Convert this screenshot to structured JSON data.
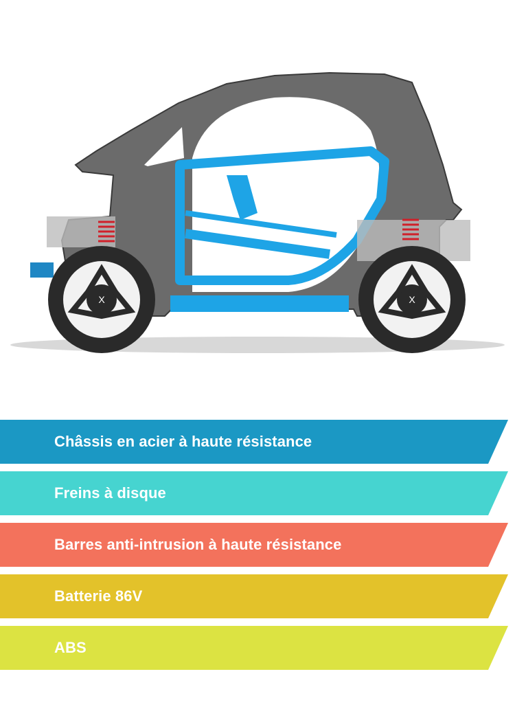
{
  "figure": {
    "subject": "electric-microcar-chassis-side-view",
    "highlight_color": "#1ea4e6",
    "body_color": "#6b6b6b",
    "spring_color": "#d0202a"
  },
  "features": [
    {
      "label": "Châssis en acier à haute résistance",
      "color": "#1b98c4"
    },
    {
      "label": "Freins à disque",
      "color": "#46d4d0"
    },
    {
      "label": "Barres anti-intrusion à haute résistance",
      "color": "#f3725c"
    },
    {
      "label": "Batterie 86V",
      "color": "#e3c22a"
    },
    {
      "label": "ABS",
      "color": "#dce342"
    }
  ]
}
